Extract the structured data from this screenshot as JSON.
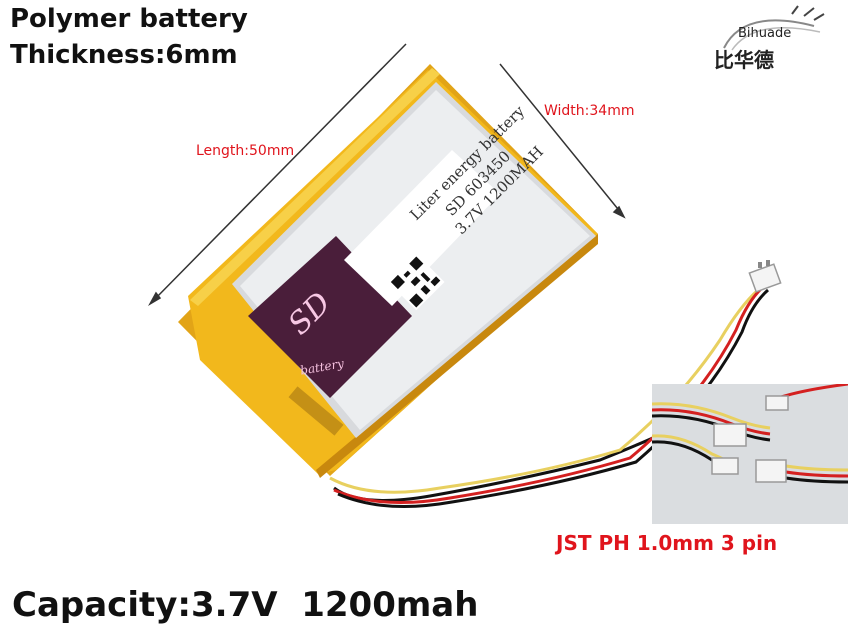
{
  "header": {
    "line1": "Polymer battery",
    "line2": "Thickness:6mm"
  },
  "brand": {
    "english": "Bihuade",
    "chinese": "比华德"
  },
  "dimensions": {
    "length": "Length:50mm",
    "width": "Width:34mm"
  },
  "battery_label": {
    "line1": "Liter energy battery",
    "line2": "SD 603450",
    "line3": "3.7V 1200MAH",
    "logo": "battery"
  },
  "connector": {
    "label": "JST PH 1.0mm 3 pin",
    "wire_colors": [
      "#d42020",
      "#111111",
      "#e8d060"
    ]
  },
  "footer": {
    "capacity": "Capacity:3.7V  1200mah"
  },
  "colors": {
    "accent": "#e0141c",
    "battery_wrap": "#f2b81c",
    "label_purple": "#4a1e3a"
  }
}
